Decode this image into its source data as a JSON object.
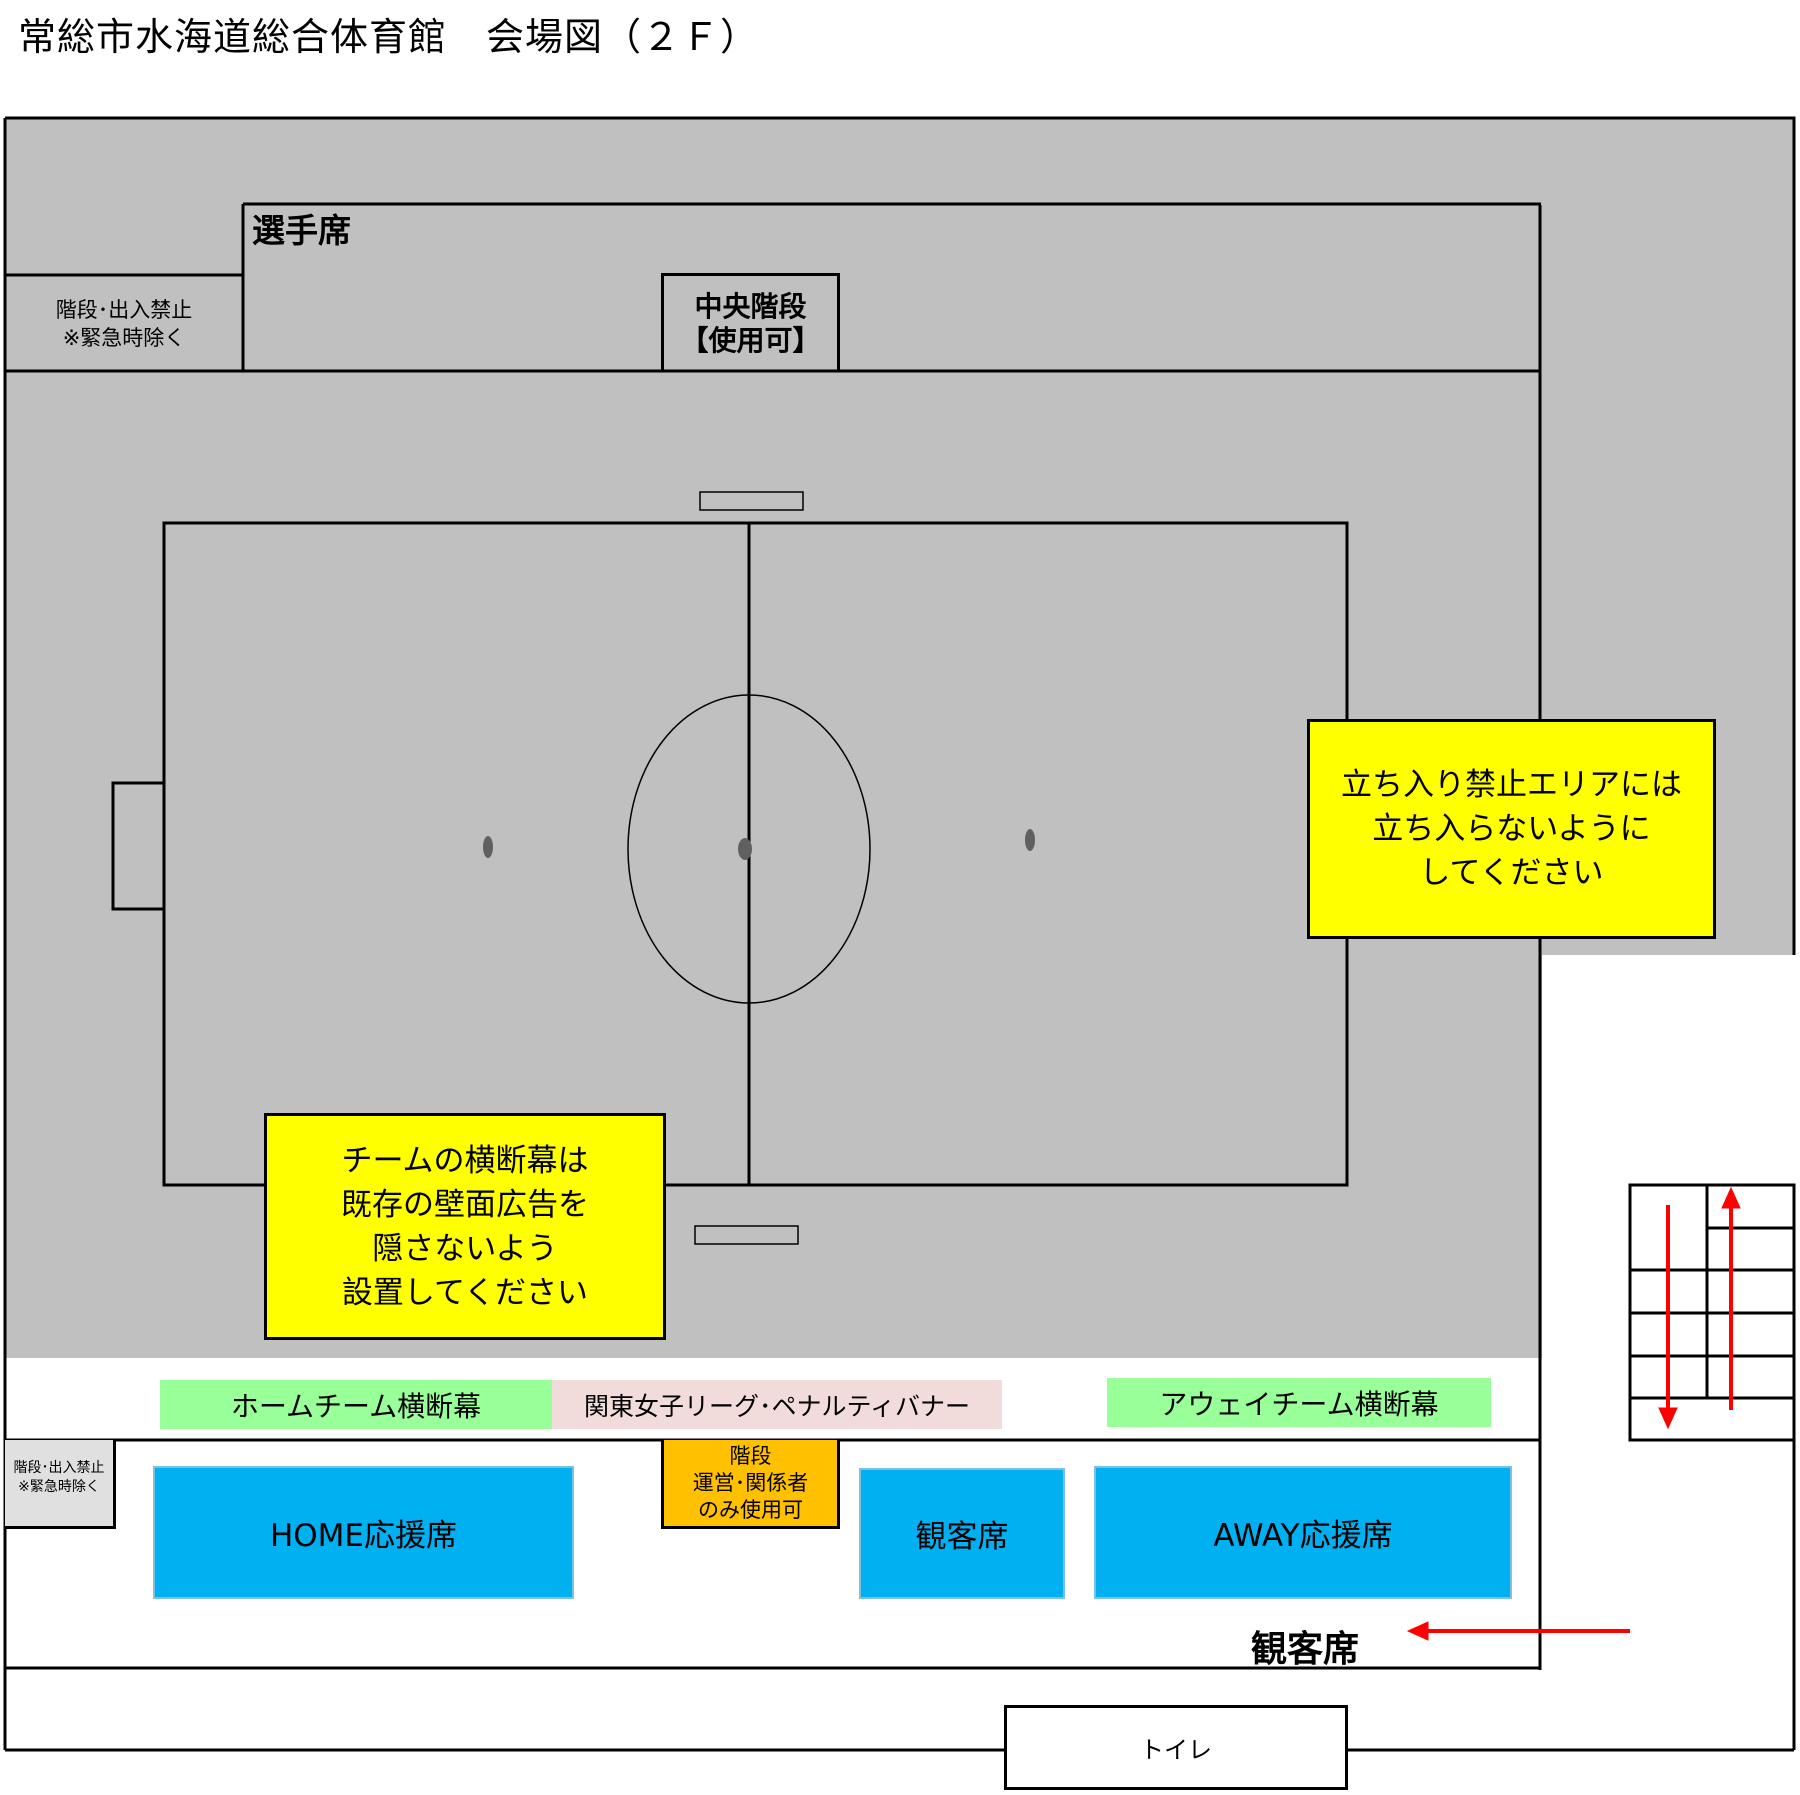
{
  "title": "常総市水海道総合体育館　会場図（２Ｆ）",
  "colors": {
    "floor_gray": "#c0c0c0",
    "notice_yellow": "#ffff00",
    "seat_blue": "#00b0f0",
    "banner_green": "#99ff99",
    "banner_pink": "#f2dcdb",
    "stairs_orange": "#ffc000",
    "arrow_red": "#ff0000"
  },
  "labels": {
    "players_bench": "選手席",
    "stairs_no_entry_top": [
      "階段･出入禁止",
      "※緊急時除く"
    ],
    "central_stairs": [
      "中央階段",
      "【使用可】"
    ],
    "notice_right": [
      "立ち入り禁止エリアには",
      "立ち入らないように",
      "してください"
    ],
    "notice_left": [
      "チームの横断幕は",
      "既存の壁面広告を",
      "隠さないよう",
      "設置してください"
    ],
    "home_banner": "ホームチーム横断幕",
    "league_banner": "関東女子リーグ･ペナルティバナー",
    "away_banner": "アウェイチーム横断幕",
    "stairs_no_entry_bottom": [
      "階段･出入禁止",
      "※緊急時除く"
    ],
    "staff_stairs": [
      "階段",
      "運営･関係者",
      "のみ使用可"
    ],
    "home_seats": "HOME応援席",
    "spectator_seats": "観客席",
    "away_seats": "AWAY応援席",
    "spectator_area": "観客席",
    "toilet": "トイレ"
  }
}
